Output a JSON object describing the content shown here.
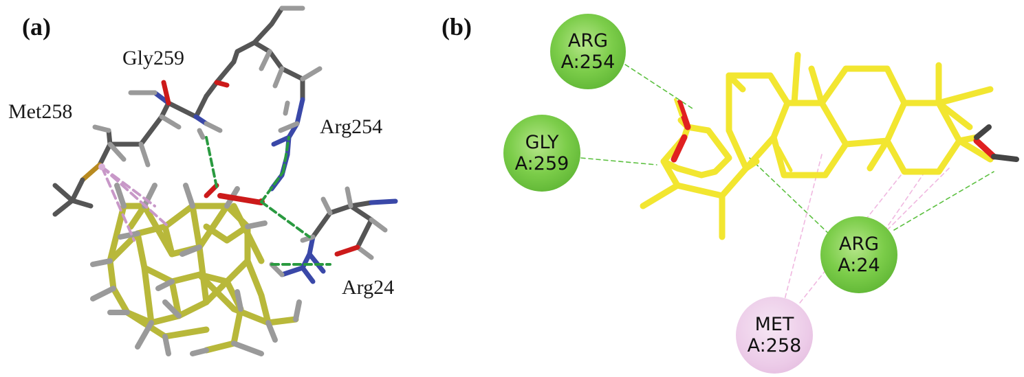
{
  "panels": {
    "a": {
      "label": "(a)"
    },
    "b": {
      "label": "(b)"
    }
  },
  "panel_a_labels": {
    "gly259": "Gly259",
    "met258": "Met258",
    "arg254": "Arg254",
    "arg24": "Arg24"
  },
  "panel_b_nodes": [
    {
      "id": "arg254",
      "line1": "ARG",
      "line2": "A:254",
      "kind": "hydrogen-bond",
      "color": "#6cc43c"
    },
    {
      "id": "gly259",
      "line1": "GLY",
      "line2": "A:259",
      "kind": "hydrogen-bond",
      "color": "#6cc43c"
    },
    {
      "id": "arg24",
      "line1": "ARG",
      "line2": "A:24",
      "kind": "hydrogen-bond",
      "color": "#6cc43c"
    },
    {
      "id": "met258",
      "line1": "MET",
      "line2": "A:258",
      "kind": "alkyl",
      "color": "#e8c4e4"
    }
  ],
  "colors": {
    "ligand_3d": "#b8b83a",
    "ligand_2d": "#f2e630",
    "carbon": "#555555",
    "nitrogen": "#3a48a8",
    "oxygen": "#cc1a1a",
    "hbond": "#2a9a40",
    "alkyl": "#c898c8"
  }
}
